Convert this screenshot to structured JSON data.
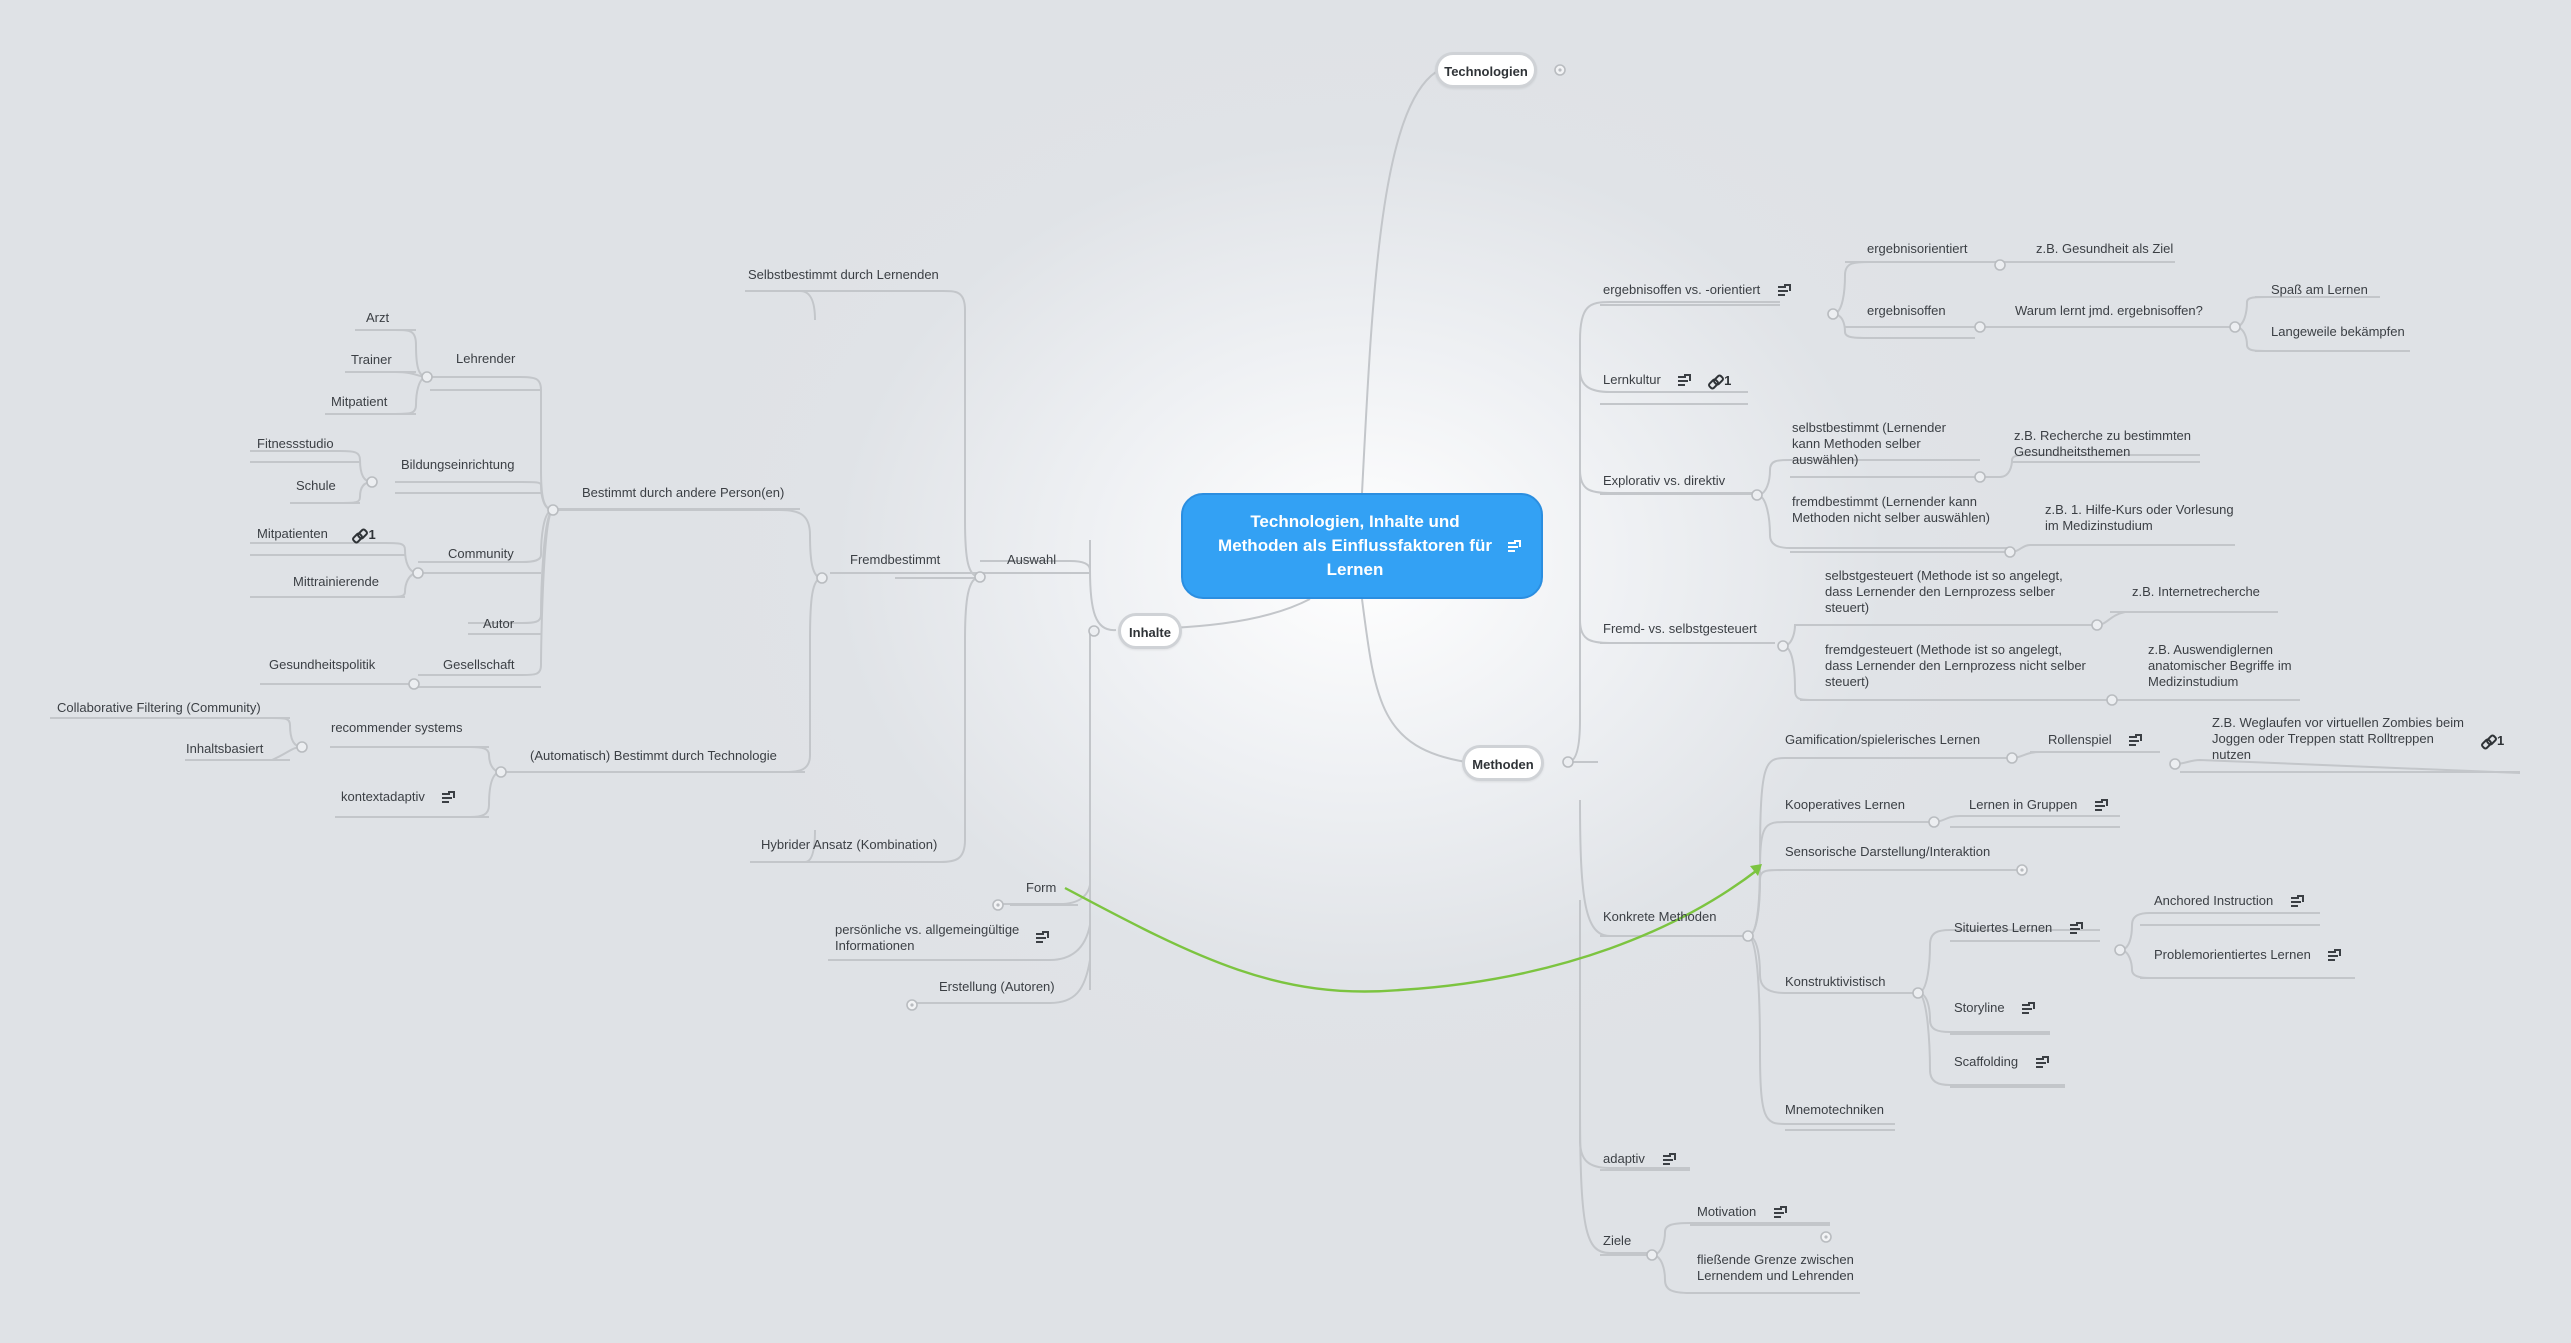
{
  "central": {
    "title": "Technologien, Inhalte und Methoden als Einflussfaktoren für Lernen"
  },
  "main": {
    "technologien": "Technologien",
    "inhalte": "Inhalte",
    "methoden": "Methoden"
  },
  "inhalte": {
    "auswahl": "Auswahl",
    "selbstbestimmt": "Selbstbestimmt durch Lernenden",
    "fremdbestimmt": "Fremdbestimmt",
    "bestimmt_andere": "Bestimmt durch andere Person(en)",
    "lehrender": "Lehrender",
    "arzt": "Arzt",
    "trainer": "Trainer",
    "mitpatient": "Mitpatient",
    "bildungseinrichtung": "Bildungseinrichtung",
    "fitnessstudio": "Fitnessstudio",
    "schule": "Schule",
    "community": "Community",
    "mitpatienten": "Mitpatienten",
    "mitpatienten_links": "1",
    "mittrainierende": "Mittrainierende",
    "autor": "Autor",
    "gesellschaft": "Gesellschaft",
    "gesundheitspolitik": "Gesundheitspolitik",
    "automatisch": "(Automatisch) Bestimmt durch Technologie",
    "recommender": "recommender systems",
    "collaborative": "Collaborative Filtering (Community)",
    "inhaltsbasiert": "Inhaltsbasiert",
    "kontextadaptiv": "kontextadaptiv",
    "hybrider": "Hybrider Ansatz (Kombination)",
    "form": "Form",
    "persoenliche": "persönliche vs. allgemeingültige Informationen",
    "erstellung": "Erstellung (Autoren)"
  },
  "methoden": {
    "ergebnisoffen": "ergebnisoffen vs. -orientiert",
    "ergebnisorientiert": "ergebnisorientiert",
    "gesundheit_ziel": "z.B. Gesundheit als Ziel",
    "ergebnisoffen_child": "ergebnisoffen",
    "warum": "Warum lernt jmd. ergebnisoffen?",
    "spass": "Spaß am Lernen",
    "langeweile": "Langeweile bekämpfen",
    "lernkultur": "Lernkultur",
    "lernkultur_links": "1",
    "explorativ": "Explorativ vs. direktiv",
    "selbstbestimmt_m": "selbstbestimmt (Lernender kann Methoden selber auswählen)",
    "recherche": "z.B. Recherche zu bestimmten Gesundheitsthemen",
    "fremdbestimmt_m": "fremdbestimmt (Lernender kann Methoden nicht selber auswählen)",
    "hilfekurs": "z.B. 1. Hilfe-Kurs oder Vorlesung im Medizinstudium",
    "fremd_selbst": "Fremd- vs. selbstgesteuert",
    "selbstgesteuert": "selbstgesteuert (Methode ist so angelegt, dass Lernender den Lernprozess selber steuert)",
    "internetrecherche": "z.B. Internetrecherche",
    "fremdgesteuert": "fremdgesteuert (Methode ist so angelegt, dass Lernender den Lernprozess nicht selber steuert)",
    "auswendiglernen": "z.B. Auswendiglernen anatomischer Begriffe im Medizinstudium",
    "konkrete": "Konkrete Methoden",
    "gamification": "Gamification/spielerisches Lernen",
    "rollenspiel": "Rollenspiel",
    "zombies": "Z.B. Weglaufen vor virtuellen Zombies beim Joggen oder Treppen statt Rolltreppen nutzen",
    "zombies_links": "1",
    "kooperatives": "Kooperatives Lernen",
    "gruppen": "Lernen in Gruppen",
    "sensorische": "Sensorische Darstellung/Interaktion",
    "konstruktivistisch": "Konstruktivistisch",
    "situiertes": "Situiertes Lernen",
    "anchored": "Anchored Instruction",
    "problemorientiert": "Problemorientiertes Lernen",
    "storyline": "Storyline",
    "scaffolding": "Scaffolding",
    "mnemotechniken": "Mnemotechniken",
    "adaptiv": "adaptiv",
    "ziele": "Ziele",
    "motivation": "Motivation",
    "grenze": "fließende Grenze zwischen Lernendem und Lehrenden"
  },
  "colors": {
    "central_fill": "#33a1f4",
    "connector": "#c3c6ca",
    "relationship_arrow": "#7cc440",
    "background": "#dfe2e6"
  },
  "icons": [
    "note-icon",
    "link-icon",
    "collapse-knob",
    "expand-knob"
  ]
}
